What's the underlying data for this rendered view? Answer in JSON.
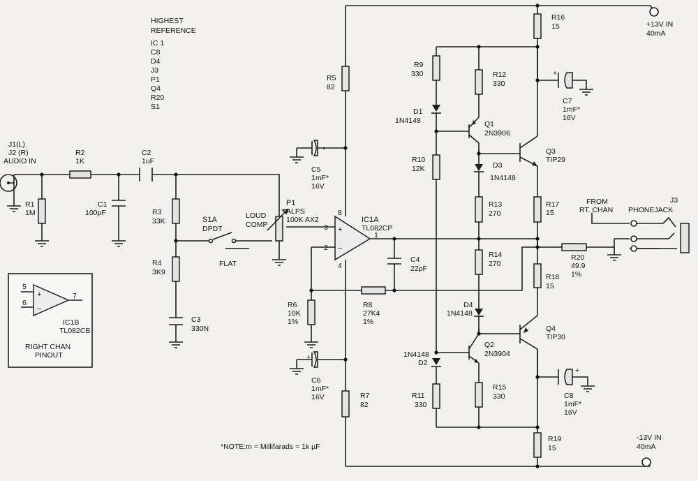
{
  "ref_block": {
    "title1": "HIGHEST",
    "title2": "REFERENCE",
    "items": [
      "IC 1",
      "C8",
      "D4",
      "J3",
      "P1",
      "Q4",
      "R20",
      "S1"
    ]
  },
  "note": "*NOTE:m = Millifarads = 1k µF",
  "pinout": {
    "pin5": "5",
    "pin6": "6",
    "pin7": "7",
    "name": "IC1B",
    "part": "TL082CB",
    "cap1": "RIGHT CHAN",
    "cap2": "PINOUT",
    "plus": "+",
    "minus": "−"
  },
  "input": {
    "j1": "J1(L)",
    "j2": "J2 (R)",
    "label": "AUDIO IN"
  },
  "r1": {
    "ref": "R1",
    "val": "1M"
  },
  "r2": {
    "ref": "R2",
    "val": "1K"
  },
  "c1": {
    "ref": "C1",
    "val": "100pF"
  },
  "c2": {
    "ref": "C2",
    "val": "1uF"
  },
  "r3": {
    "ref": "R3",
    "val": "33K"
  },
  "r4": {
    "ref": "R4",
    "val": "3K9"
  },
  "c3": {
    "ref": "C3",
    "val": "330N"
  },
  "s1a": {
    "ref": "S1A",
    "val": "DPDT",
    "loud1": "LOUD",
    "loud2": "COMP",
    "flat": "FLAT"
  },
  "p1": {
    "ref": "P1",
    "val1": "ALPS",
    "val2": "100K AX2"
  },
  "r5": {
    "ref": "R5",
    "val": "82"
  },
  "c5": {
    "ref": "C5",
    "val1": "1mF*",
    "val2": "16V",
    "plus": "+"
  },
  "ic1a": {
    "ref": "IC1A",
    "part": "TL082CP",
    "pin1": "1",
    "pin2": "2",
    "pin3": "3",
    "pin4": "4",
    "pin8": "8",
    "plus": "+",
    "minus": "−"
  },
  "c4": {
    "ref": "C4",
    "val": "22pF"
  },
  "r6": {
    "ref": "R6",
    "val1": "10K",
    "val2": "1%"
  },
  "r8": {
    "ref": "R8",
    "val1": "27K4",
    "val2": "1%"
  },
  "c6": {
    "ref": "C6",
    "val1": "1mF*",
    "val2": "16V",
    "plus": "+"
  },
  "r7": {
    "ref": "R7",
    "val": "82"
  },
  "r9": {
    "ref": "R9",
    "val": "330"
  },
  "d1": {
    "ref": "D1",
    "val": "1N4148"
  },
  "r10": {
    "ref": "R10",
    "val": "12K"
  },
  "d2": {
    "ref": "D2",
    "val": "1N4148"
  },
  "r11": {
    "ref": "R11",
    "val": "330"
  },
  "r12": {
    "ref": "R12",
    "val": "330"
  },
  "q1": {
    "ref": "Q1",
    "val": "2N3906"
  },
  "d3": {
    "ref": "D3",
    "val": "1N4148"
  },
  "r13": {
    "ref": "R13",
    "val": "270"
  },
  "r14": {
    "ref": "R14",
    "val": "270"
  },
  "d4": {
    "ref": "D4",
    "val": "1N4148"
  },
  "q2": {
    "ref": "Q2",
    "val": "2N3904"
  },
  "r15": {
    "ref": "R15",
    "val": "330"
  },
  "r16": {
    "ref": "R16",
    "val": "15"
  },
  "q3": {
    "ref": "Q3",
    "val": "TIP29"
  },
  "r17": {
    "ref": "R17",
    "val": "15"
  },
  "r18": {
    "ref": "R18",
    "val": "15"
  },
  "q4": {
    "ref": "Q4",
    "val": "TIP30"
  },
  "r19": {
    "ref": "R19",
    "val": "15"
  },
  "c7": {
    "ref": "C7",
    "val1": "1mF*",
    "val2": "16V",
    "plus": "+"
  },
  "c8": {
    "ref": "C8",
    "val1": "1mF*",
    "val2": "16V",
    "plus": "+"
  },
  "r20": {
    "ref": "R20",
    "val1": "49.9",
    "val2": "1%"
  },
  "from": {
    "line1": "FROM",
    "line2": "RT. CHAN"
  },
  "j3": {
    "ref": "J3",
    "val": "PHONEJACK"
  },
  "vpos": {
    "label": "+13V IN",
    "cur": "40mA"
  },
  "vneg": {
    "label": "-13V IN",
    "cur": "40mA"
  }
}
